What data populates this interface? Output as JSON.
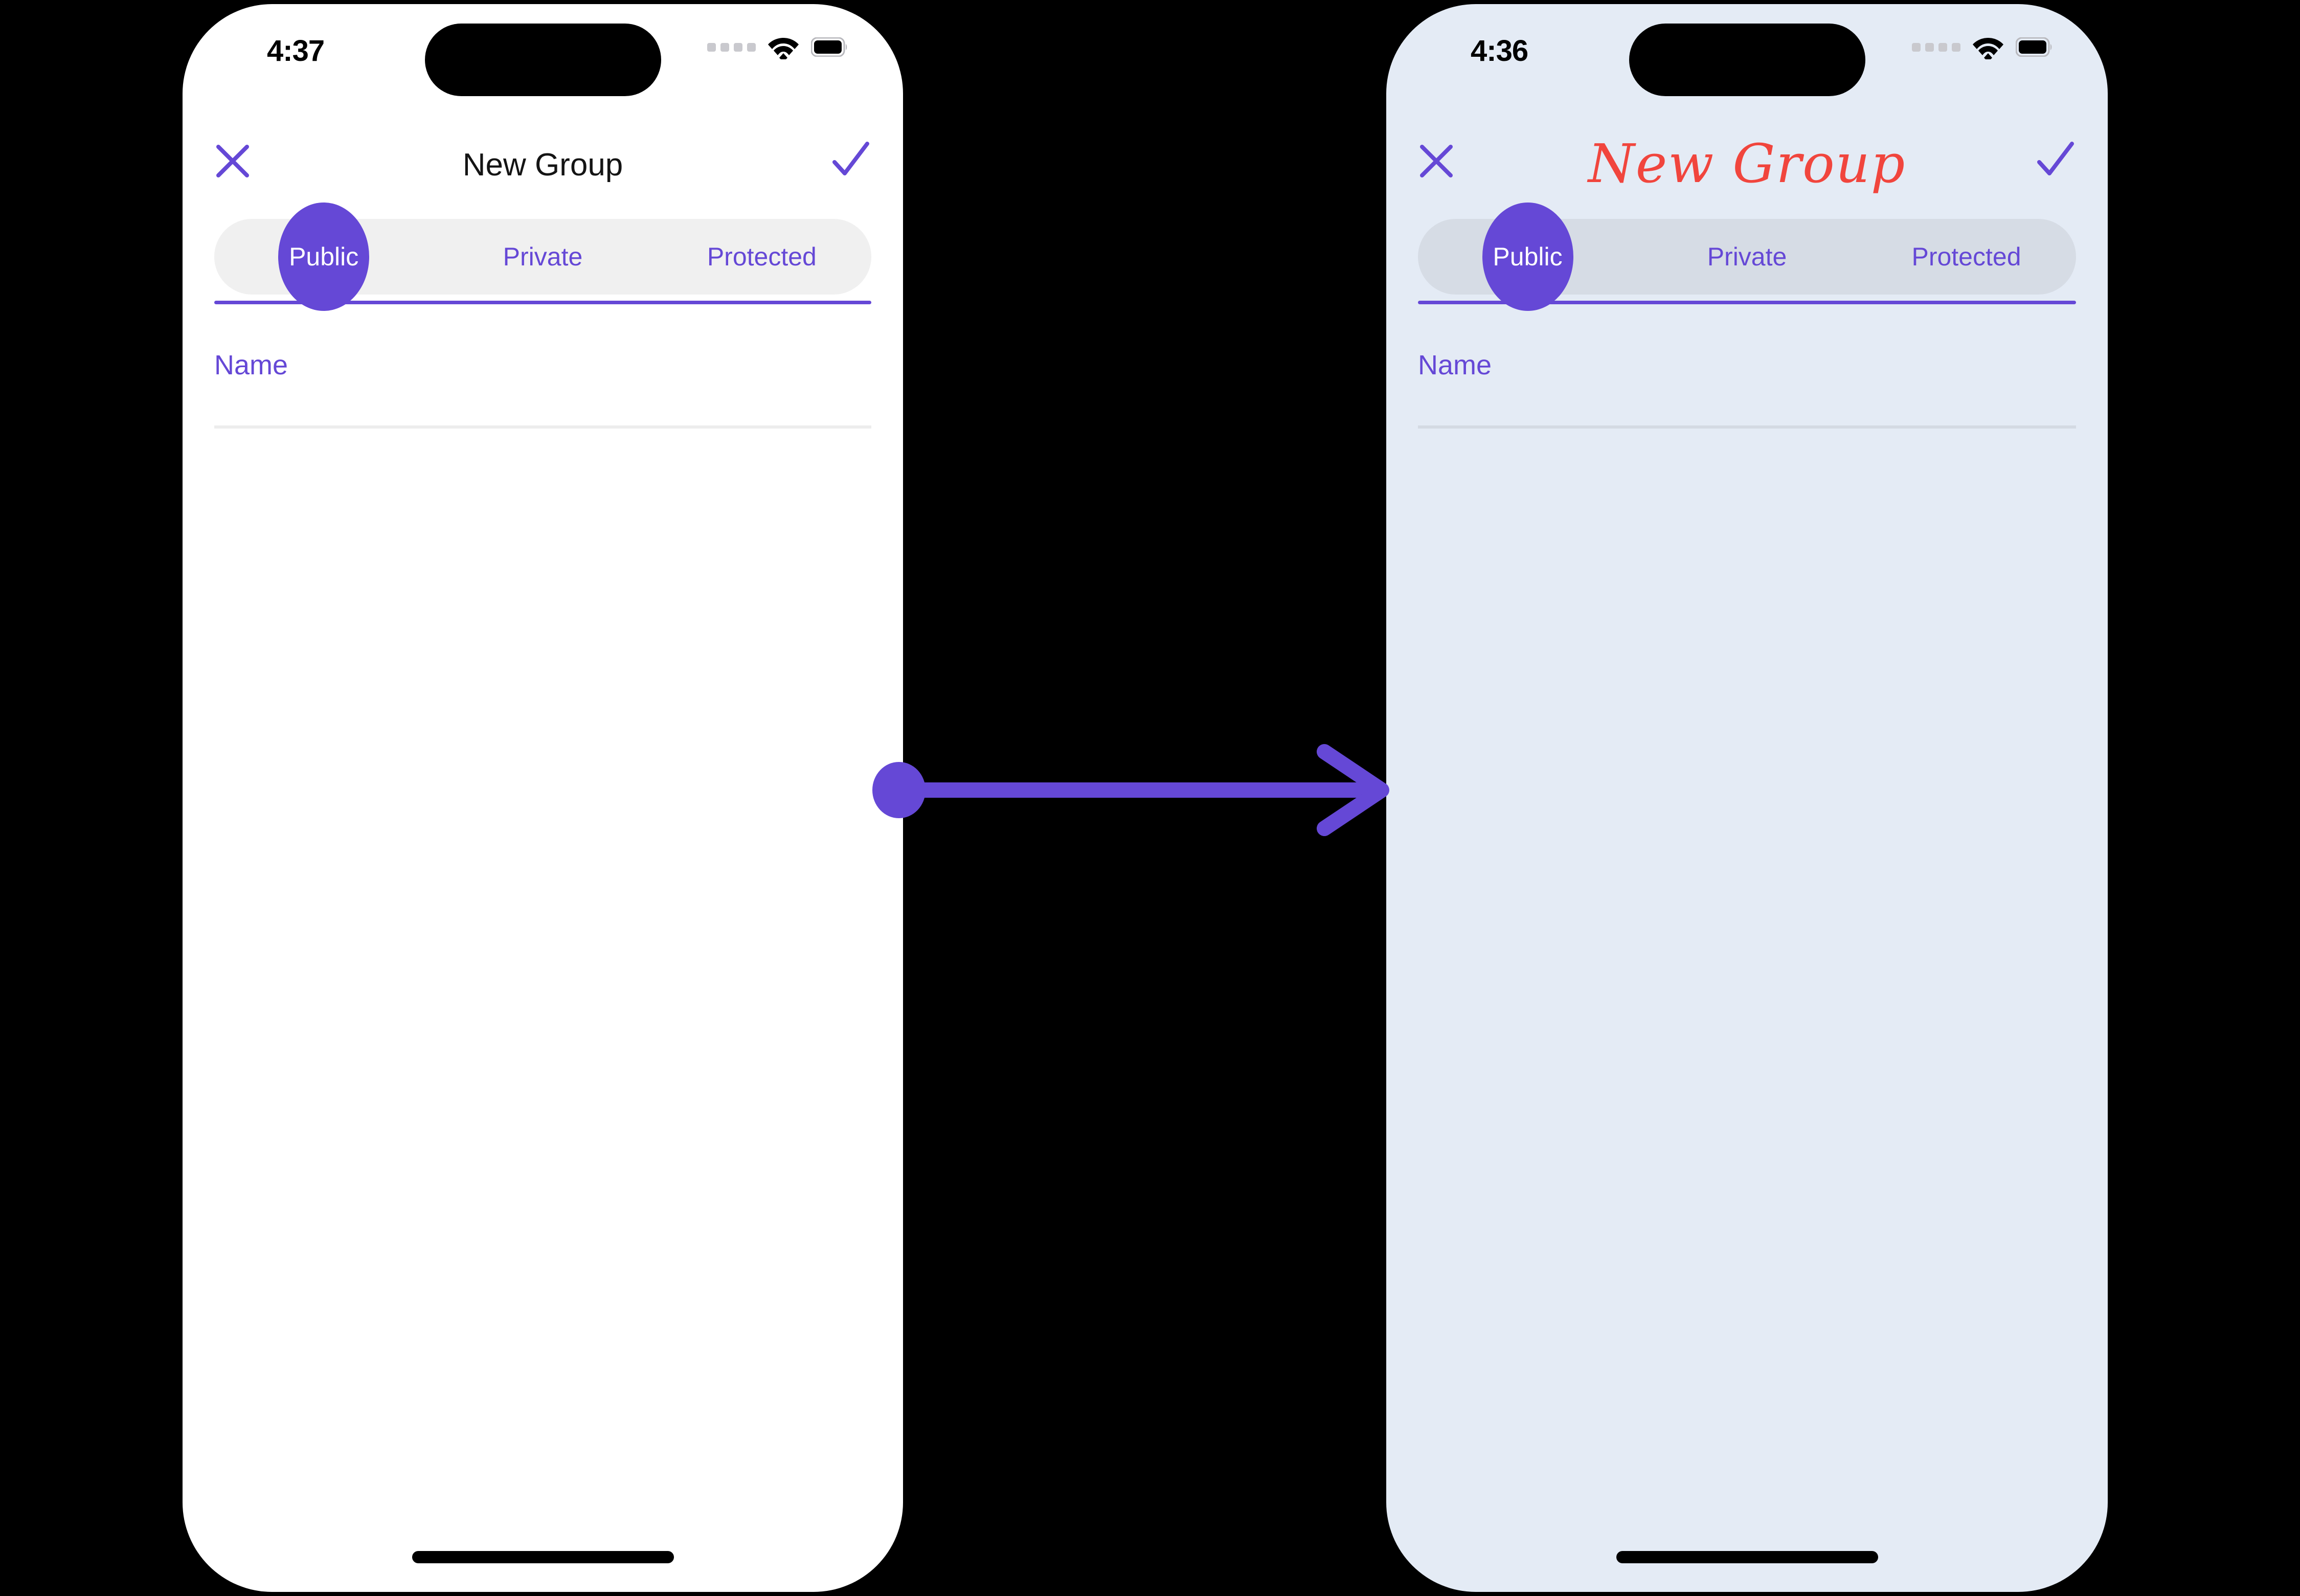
{
  "canvas": {
    "background_color": "#000000",
    "accent_purple": "#6548D6",
    "title_red": "#F1453D"
  },
  "phones": [
    {
      "id": "before",
      "theme": "light",
      "screen_background": "#FFFFFF",
      "status_bar": {
        "time": "4:37",
        "cellular_icon": "cellular-dots-icon",
        "wifi_icon": "wifi-icon",
        "battery_icon": "battery-full-icon"
      },
      "navbar": {
        "close_icon": "close-x-icon",
        "title": "New Group",
        "title_style": "plain",
        "confirm_icon": "checkmark-icon"
      },
      "segments": {
        "track_color": "#F0F0F0",
        "selected_index": 0,
        "items": [
          {
            "label": "Public"
          },
          {
            "label": "Private"
          },
          {
            "label": "Protected"
          }
        ]
      },
      "form": {
        "name_field": {
          "placeholder": "Name",
          "value": ""
        }
      }
    },
    {
      "id": "after",
      "theme": "tinted",
      "screen_background": "#E4EBF5",
      "status_bar": {
        "time": "4:36",
        "cellular_icon": "cellular-dots-icon",
        "wifi_icon": "wifi-icon",
        "battery_icon": "battery-full-icon"
      },
      "navbar": {
        "close_icon": "close-x-icon",
        "title": "New Group",
        "title_style": "script-red",
        "confirm_icon": "checkmark-icon"
      },
      "segments": {
        "track_color": "#D6DCE5",
        "selected_index": 0,
        "items": [
          {
            "label": "Public"
          },
          {
            "label": "Private"
          },
          {
            "label": "Protected"
          }
        ]
      },
      "form": {
        "name_field": {
          "placeholder": "Name",
          "value": ""
        }
      }
    }
  ],
  "transition": {
    "icon": "arrow-right-icon",
    "color": "#6548D6",
    "direction": "left-to-right"
  }
}
